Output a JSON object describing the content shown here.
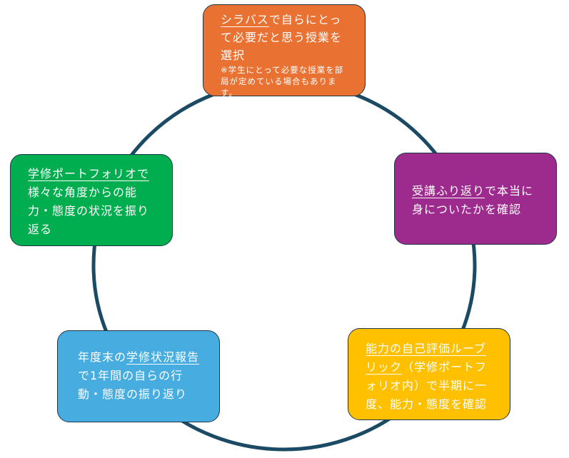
{
  "colors": {
    "ring": "#1b4a64",
    "orange": "#e97132",
    "purple": "#9d2b8e",
    "yellow": "#ffc000",
    "blue": "#47ade0",
    "green": "#00ae4f"
  },
  "nodes": {
    "syllabus": {
      "underlined": "シラバス",
      "text": "で自らにとって必要だと思う授業を選択",
      "note": "※学生にとって必要な授業を部局が定めている場合もあります。"
    },
    "review": {
      "underlined": "受講ふり返り",
      "text": "で本当に身についたかを確認"
    },
    "rubric": {
      "underlined": "能力の自己評価ルーブリック",
      "text": "（学修ポートフォリオ内）で半期に一度、能力・態度を確認"
    },
    "report": {
      "text_before": "年度末の",
      "underlined": "学修状況報告",
      "text": "で1年間の自らの行動・態度の振り返り"
    },
    "portfolio": {
      "underlined": "学修ポートフォリオで",
      "text": "様々な角度からの能力・態度の状況を振り返る"
    }
  }
}
